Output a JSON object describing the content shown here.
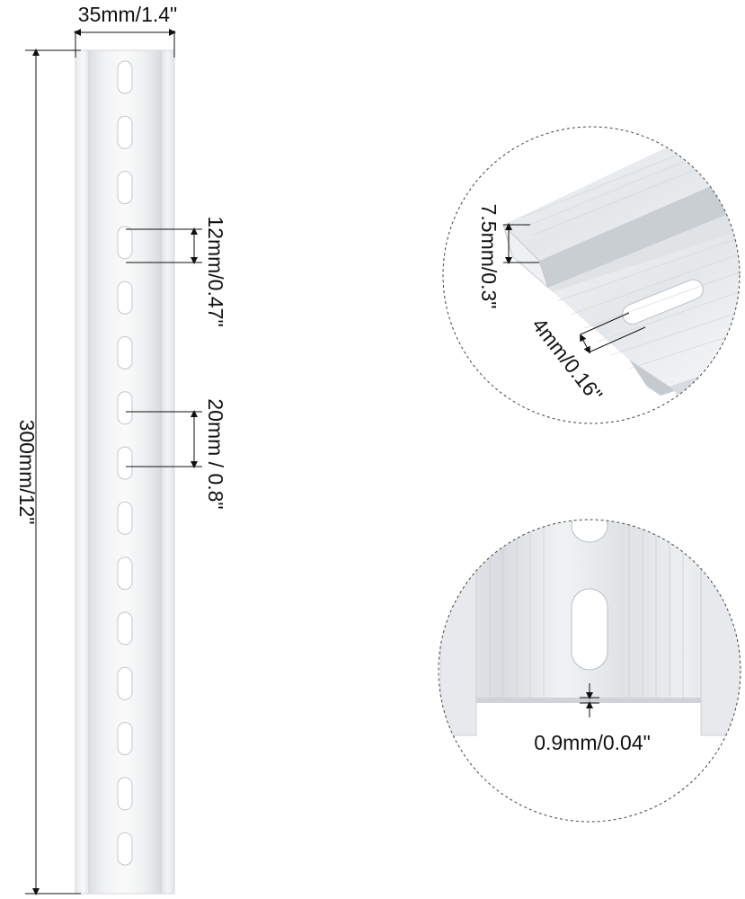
{
  "dimensions": {
    "width": "35mm/1.4\"",
    "length": "300mm/12\"",
    "slot_length": "12mm/0.47\"",
    "slot_pitch": "20mm / 0.8\"",
    "flange_height": "7.5mm/0.3\"",
    "slot_width": "4mm/0.16\"",
    "thickness": "0.9mm/0.04\""
  },
  "colors": {
    "aluminum_light": "#f4f5f6",
    "aluminum_mid": "#dfe2e5",
    "aluminum_dark": "#c3c8cd",
    "dim_line": "#111111"
  },
  "rail": {
    "slot_count": 15
  }
}
